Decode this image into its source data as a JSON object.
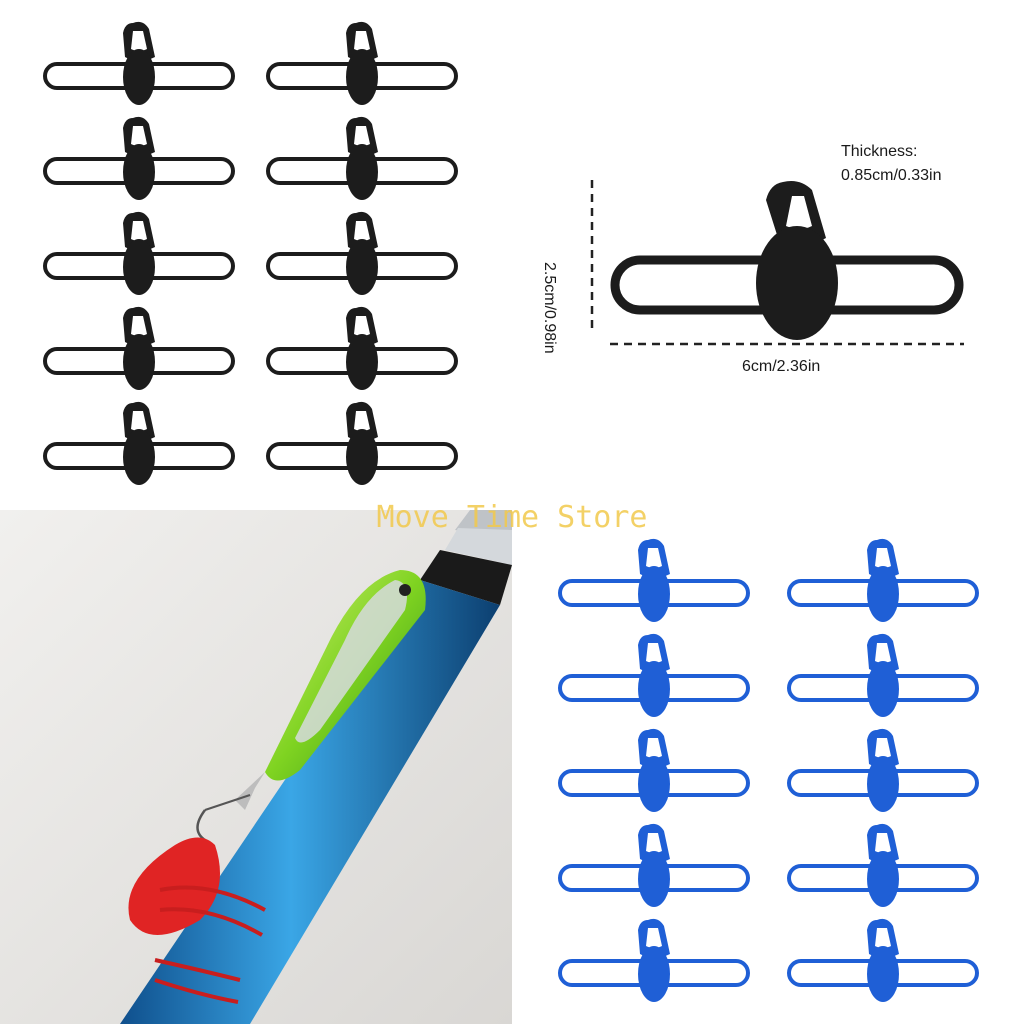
{
  "dimensions": {
    "thickness_title": "Thickness:",
    "thickness_value": "0.85cm/0.33in",
    "width": "6cm/2.36in",
    "height": "2.5cm/0.98in"
  },
  "watermark": "Move Time Store",
  "colors": {
    "black_holder": "#1c1c1c",
    "blue_holder": "#1f5fd6",
    "red_holder": "#e02424",
    "rod_blue": "#2a8bd1",
    "lure_green": "#7fd321"
  },
  "grids": {
    "black": {
      "rows": 5,
      "cols": 2,
      "count": 10
    },
    "blue": {
      "rows": 5,
      "cols": 2,
      "count": 10
    }
  }
}
